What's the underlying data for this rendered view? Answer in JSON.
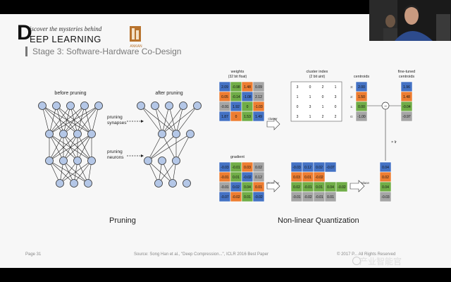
{
  "brand": {
    "tagline": "iscover the mysteries behind",
    "initial": "D",
    "name": "EEP LEARNING",
    "logo_caption": "ANKAN"
  },
  "stage_title": "Stage 3: Software-Hardware Co-Design",
  "pruning": {
    "before_label": "before pruning",
    "after_label": "after pruning",
    "synapses_label": [
      "pruning",
      "synapses"
    ],
    "neurons_label": [
      "pruning",
      "neurons"
    ],
    "caption": "Pruning"
  },
  "quantization": {
    "weights_label": [
      "weights",
      "(32 bit float)"
    ],
    "index_label": [
      "cluster index",
      "(2 bit uint)"
    ],
    "centroids_label": "centroids",
    "finetuned_label": [
      "fine-tuned",
      "centroids"
    ],
    "gradient_label": "gradient",
    "cluster_arrow": "cluster",
    "groupby_arrow": "group by",
    "reduce_arrow": "reduce",
    "lr_label": "× lr",
    "caption": "Non-linear Quantization",
    "weights": [
      [
        "2.09",
        "-0.98",
        "1.48",
        "0.09"
      ],
      [
        "0.05",
        "-0.14",
        "-1.08",
        "2.12"
      ],
      [
        "-0.91",
        "1.92",
        "0",
        "-1.03"
      ],
      [
        "1.87",
        "0",
        "1.53",
        "1.49"
      ]
    ],
    "weight_colors": [
      [
        "#4472c4",
        "#70ad47",
        "#ed7d31",
        "#a5a5a5"
      ],
      [
        "#ed7d31",
        "#70ad47",
        "#4472c4",
        "#a5a5a5"
      ],
      [
        "#a5a5a5",
        "#4472c4",
        "#70ad47",
        "#ed7d31"
      ],
      [
        "#4472c4",
        "#ed7d31",
        "#70ad47",
        "#4472c4"
      ]
    ],
    "indexes": [
      [
        "3",
        "0",
        "2",
        "1"
      ],
      [
        "1",
        "1",
        "0",
        "3"
      ],
      [
        "0",
        "3",
        "1",
        "0"
      ],
      [
        "3",
        "1",
        "2",
        "2"
      ]
    ],
    "centroids": [
      "2.00",
      "1.50",
      "0.00",
      "-1.00"
    ],
    "centroid_colors": [
      "#4472c4",
      "#ed7d31",
      "#70ad47",
      "#a5a5a5"
    ],
    "centroid_idx": [
      "3:",
      "2:",
      "1:",
      "0:"
    ],
    "finetuned": [
      "1.96",
      "1.48",
      "-0.04",
      "-0.97"
    ],
    "gradients": [
      [
        "-0.03",
        "-0.01",
        "0.03",
        "0.02"
      ],
      [
        "-0.01",
        "0.01",
        "-0.02",
        "0.12"
      ],
      [
        "-0.01",
        "0.02",
        "0.04",
        "0.01"
      ],
      [
        "-0.07",
        "-0.02",
        "0.01",
        "-0.02"
      ]
    ],
    "grouped": [
      [
        "-0.03",
        "0.12",
        "0.02",
        "-0.07"
      ],
      [
        "0.03",
        "0.01",
        "-0.02"
      ],
      [
        "0.02",
        "-0.01",
        "0.01",
        "0.04",
        "-0.02"
      ],
      [
        "-0.01",
        "-0.02",
        "-0.01",
        "0.01"
      ]
    ],
    "reduced": [
      "0.04",
      "0.02",
      "0.04",
      "-0.03"
    ]
  },
  "footer": {
    "page": "Page 31",
    "source": "Source: Song Han et al., \"Deep Compression...\", ICLR 2016 Best Paper",
    "copyright": "© 2017 P... All Rights Reserved"
  },
  "watermark": "产业智能官",
  "colors": {
    "blue": "#4472c4",
    "orange": "#ed7d31",
    "green": "#70ad47",
    "gray": "#a5a5a5"
  }
}
